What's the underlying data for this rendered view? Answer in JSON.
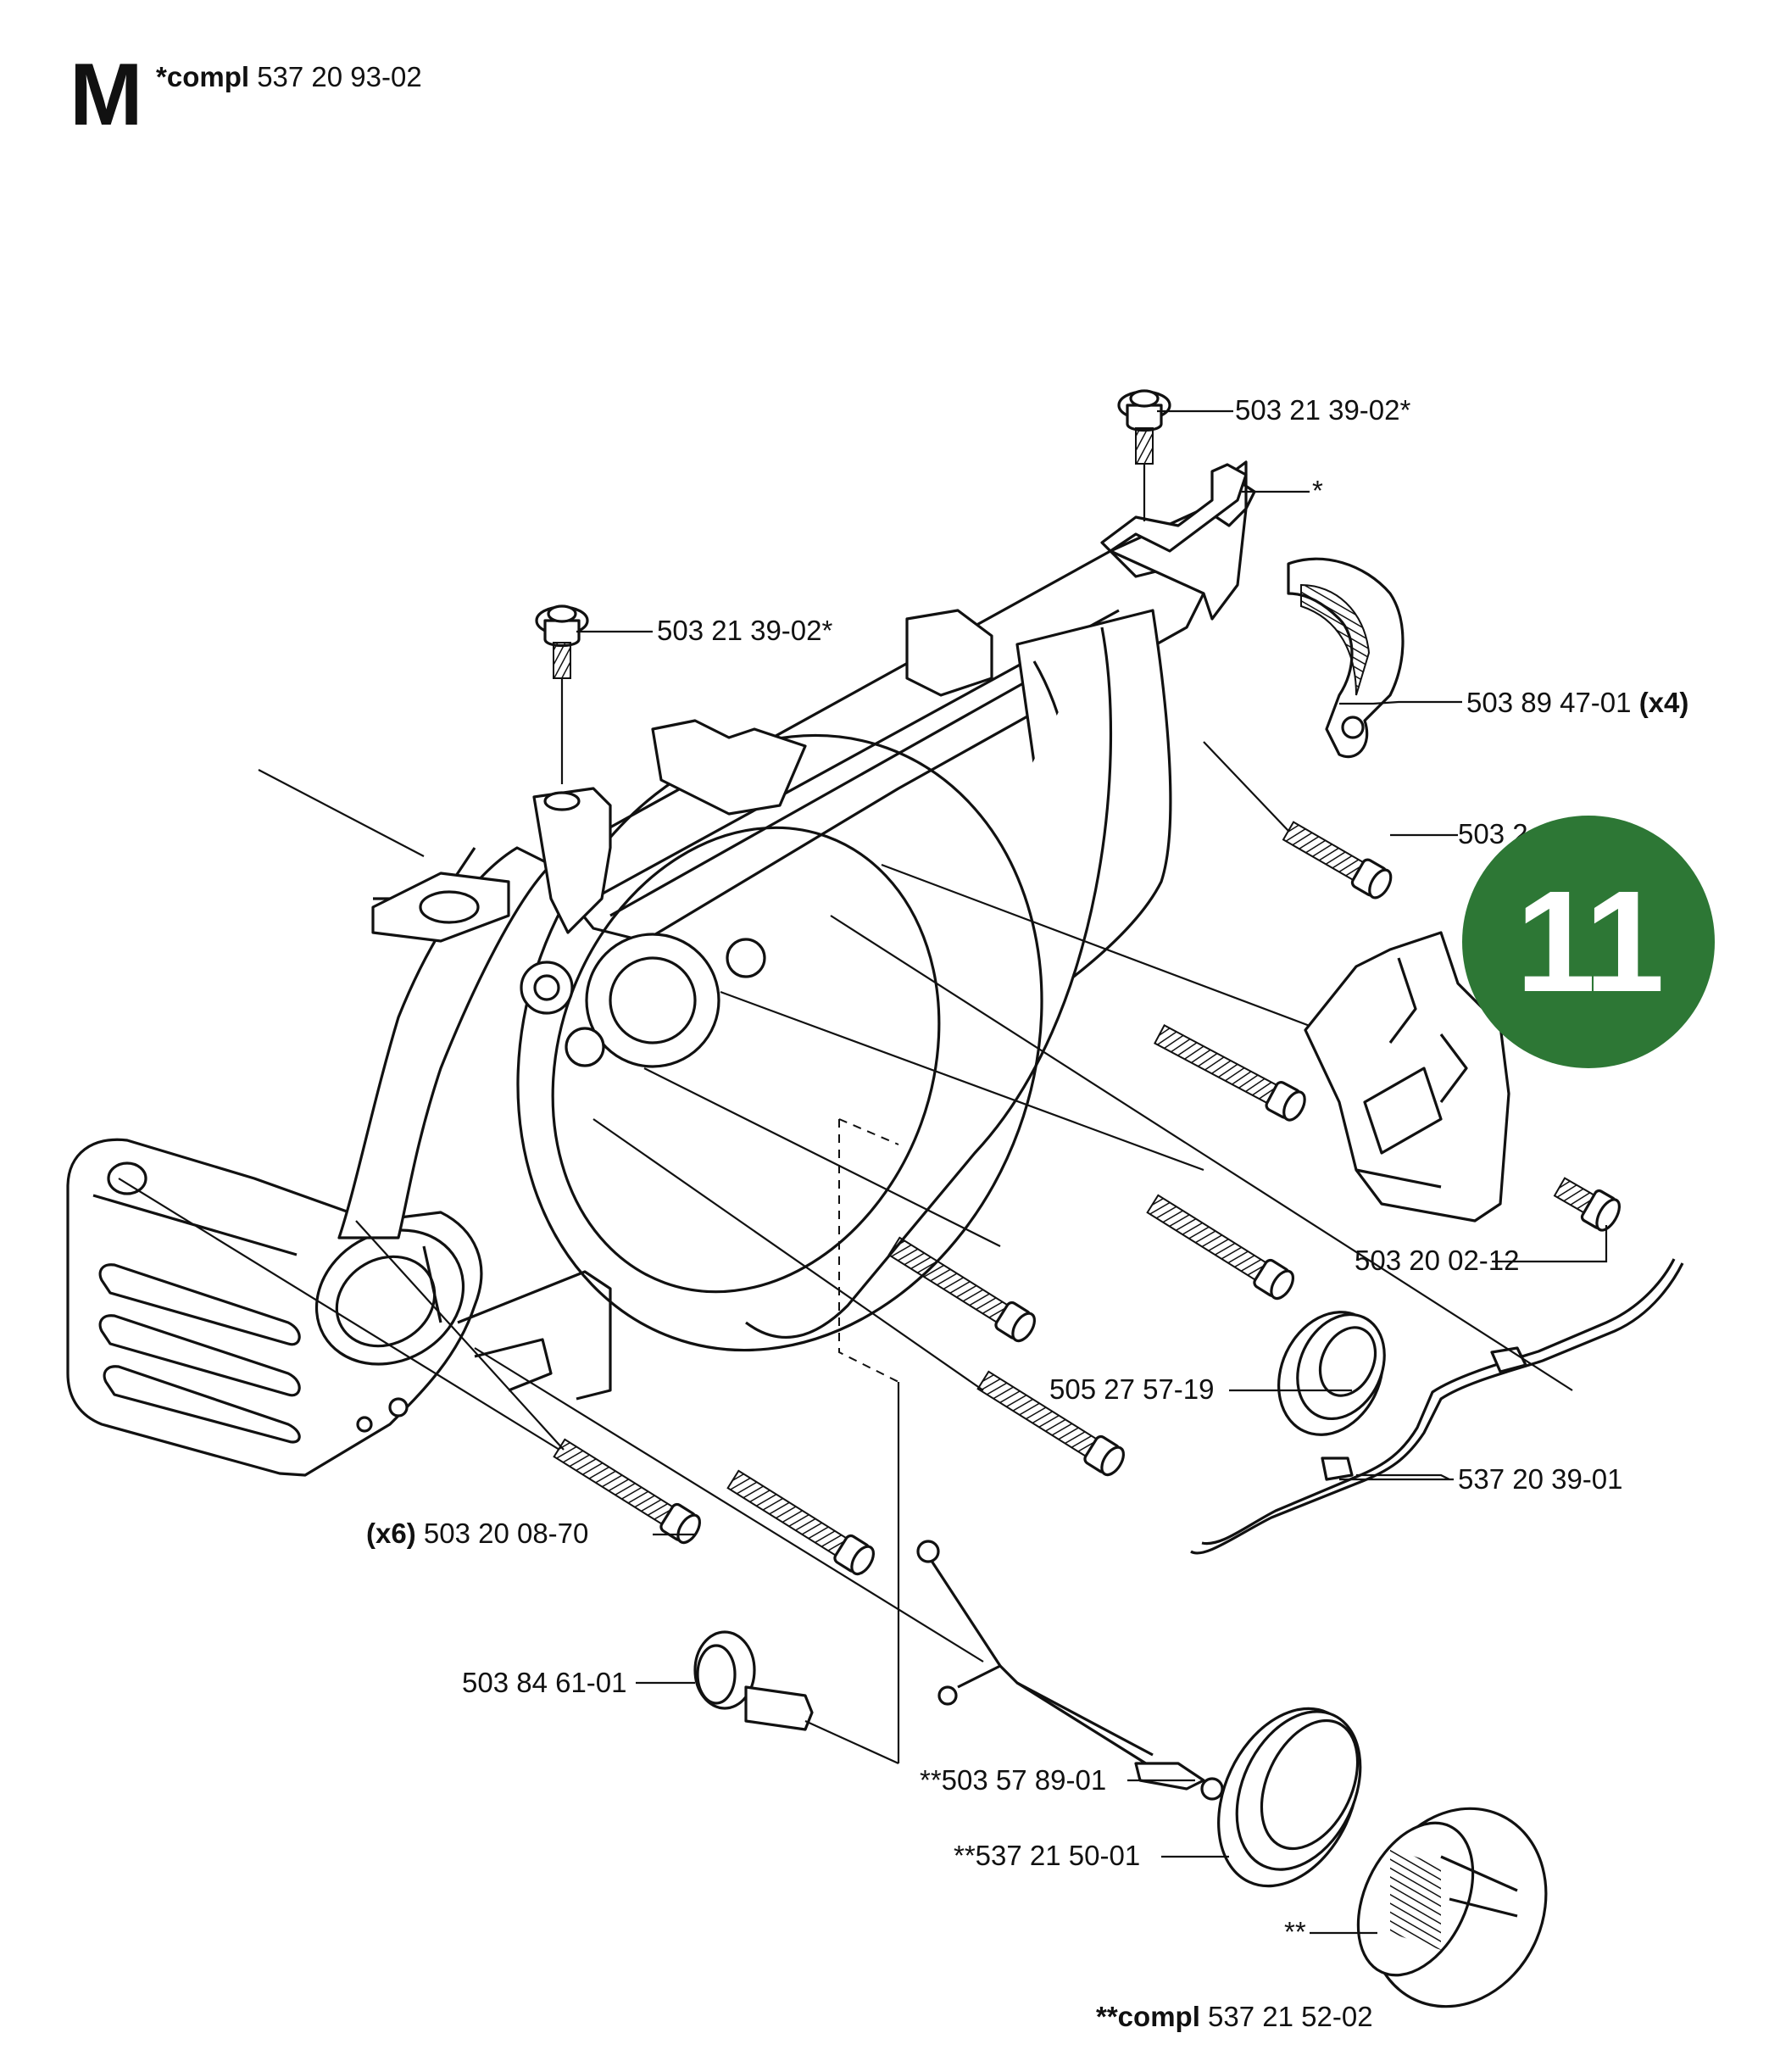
{
  "header": {
    "section_letter": "M",
    "assembly_prefix": "*compl",
    "assembly_number": "537 20 93-02"
  },
  "badge": {
    "number": "11",
    "color": "#2d7735"
  },
  "labels": {
    "screw_top_right": "503 21 39-02*",
    "asterisk_top": "*",
    "screw_top_left": "503 21 39-02*",
    "buffer_part": "503 89 47-01",
    "buffer_qty": "(x4)",
    "screw_right_partial": "503 2",
    "screw_guard": "503 20 02-12",
    "seal": "505 27 57-19",
    "oil_pipe": "537 20 39-01",
    "bolts_qty": "(x6)",
    "bolts_part": "503 20 08-70",
    "plug": "503 84 61-01",
    "oil_hose": "**503 57 89-01",
    "gasket": "**537 21 50-01",
    "cap_stars": "**",
    "cap_prefix": "**compl",
    "cap_number": "537 21 52-02"
  },
  "icons": [
    "screw-icon",
    "crankcase-drawing",
    "chain-guard-icon",
    "rubber-buffer-icon",
    "oil-pipe-icon",
    "seal-ring-icon",
    "tank-cap-icon",
    "oil-hose-icon",
    "plug-icon"
  ]
}
